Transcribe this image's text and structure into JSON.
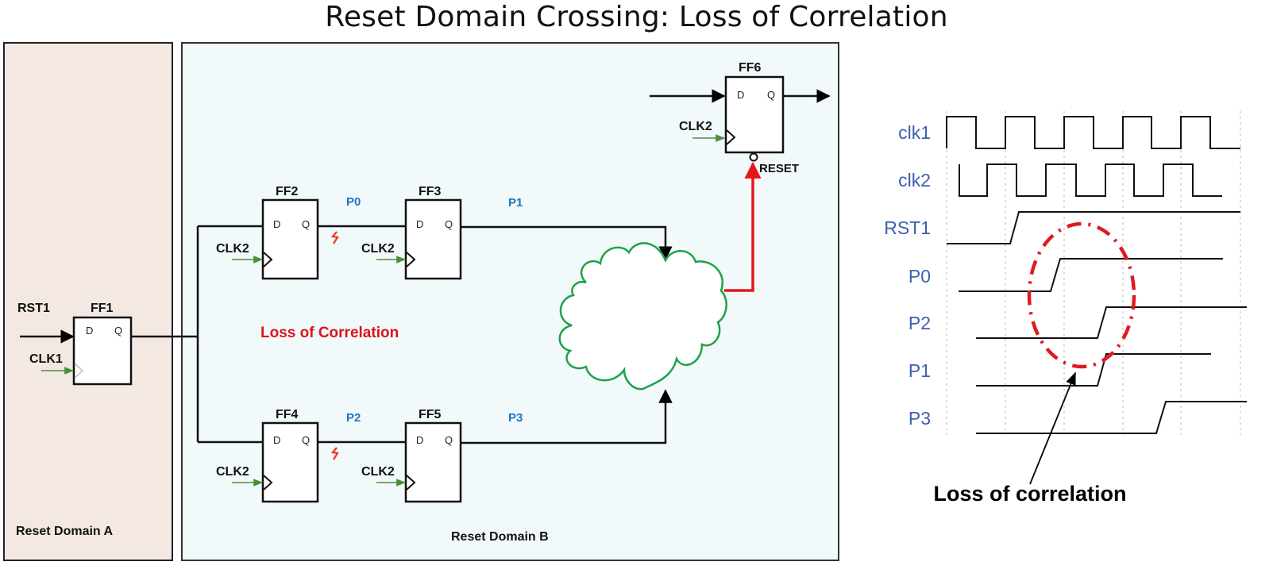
{
  "title": "Reset Domain Crossing: Loss of Correlation",
  "colors": {
    "domain_a_fill": "#f4e9e2",
    "domain_b_fill": "#f1f9fa",
    "reset_path": "#e8141c",
    "clock_arrow": "#4a8f3a",
    "cloud_stroke": "#1fa24a",
    "net_label": "#1f74c0",
    "callout_red": "#d8141c",
    "wave_label": "#3d5fb0"
  },
  "domains": {
    "a_label": "Reset Domain A",
    "b_label": "Reset Domain B"
  },
  "flops": [
    {
      "id": "ff1",
      "name": "FF1",
      "d": "D",
      "q": "Q",
      "clk": "CLK1"
    },
    {
      "id": "ff2",
      "name": "FF2",
      "d": "D",
      "q": "Q",
      "clk": "CLK2"
    },
    {
      "id": "ff3",
      "name": "FF3",
      "d": "D",
      "q": "Q",
      "clk": "CLK2"
    },
    {
      "id": "ff4",
      "name": "FF4",
      "d": "D",
      "q": "Q",
      "clk": "CLK2"
    },
    {
      "id": "ff5",
      "name": "FF5",
      "d": "D",
      "q": "Q",
      "clk": "CLK2"
    },
    {
      "id": "ff6",
      "name": "FF6",
      "d": "D",
      "q": "Q",
      "clk": "CLK2",
      "reset": "RESET"
    }
  ],
  "signals": {
    "rst1": "RST1",
    "p0": "P0",
    "p1": "P1",
    "p2": "P2",
    "p3": "P3"
  },
  "annotation_center": "Loss of Correlation",
  "timing": {
    "labels": [
      "clk1",
      "clk2",
      "RST1",
      "P0",
      "P2",
      "P1",
      "P3"
    ],
    "callout": "Loss of correlation"
  }
}
